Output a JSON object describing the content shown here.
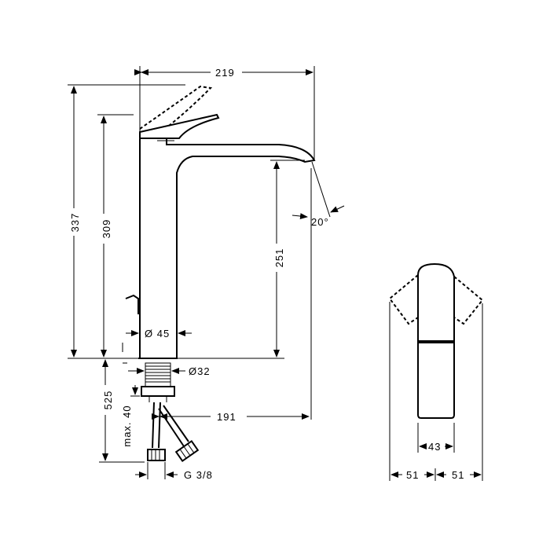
{
  "dimensions": {
    "width_top": "219",
    "height_total": "337",
    "height_lever": "309",
    "height_spout": "251",
    "spout_angle": "20°",
    "body_diameter": "Ø 45",
    "shank_diameter": "Ø32",
    "below_deck": "525",
    "max_thickness": "max. 40",
    "projection": "191",
    "connection": "G 3/8",
    "lever_width": "43",
    "swing_left": "51",
    "swing_right": "51"
  }
}
